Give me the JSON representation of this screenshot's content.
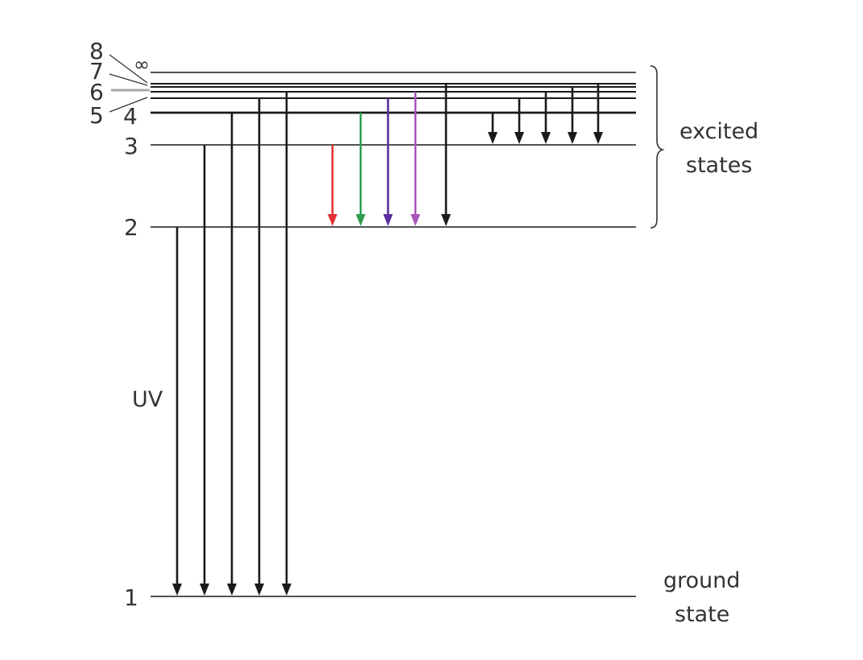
{
  "diagram": {
    "title": "Hydrogen energy levels and emission series",
    "levels": [
      {
        "n": 1,
        "label": "1"
      },
      {
        "n": 2,
        "label": "2"
      },
      {
        "n": 3,
        "label": "3"
      },
      {
        "n": 4,
        "label": "4"
      },
      {
        "n": 5,
        "label": "5"
      },
      {
        "n": 6,
        "label": "6"
      },
      {
        "n": 7,
        "label": "7"
      },
      {
        "n": 8,
        "label": "8"
      },
      {
        "n": "inf",
        "label": "∞"
      }
    ],
    "labels": {
      "excited_line1": "excited",
      "excited_line2": "states",
      "ground_line1": "ground",
      "ground_line2": "state",
      "uv": "UV"
    },
    "series": {
      "lyman": {
        "region": "UV",
        "color": "#1a1a1a",
        "transitions": [
          {
            "from": 2,
            "to": 1
          },
          {
            "from": 3,
            "to": 1
          },
          {
            "from": 4,
            "to": 1
          },
          {
            "from": 5,
            "to": 1
          },
          {
            "from": 6,
            "to": 1
          }
        ]
      },
      "balmer": {
        "transitions": [
          {
            "from": 3,
            "to": 2,
            "color": "#e03030"
          },
          {
            "from": 4,
            "to": 2,
            "color": "#2e9e50"
          },
          {
            "from": 5,
            "to": 2,
            "color": "#5a2ea0"
          },
          {
            "from": 6,
            "to": 2,
            "color": "#a855b8"
          },
          {
            "from": 8,
            "to": 2,
            "color": "#1a1a1a"
          }
        ]
      },
      "paschen": {
        "color": "#1a1a1a",
        "transitions": [
          {
            "from": 4,
            "to": 3
          },
          {
            "from": 5,
            "to": 3
          },
          {
            "from": 6,
            "to": 3
          },
          {
            "from": 7,
            "to": 3
          },
          {
            "from": 8,
            "to": 3
          }
        ]
      }
    }
  }
}
